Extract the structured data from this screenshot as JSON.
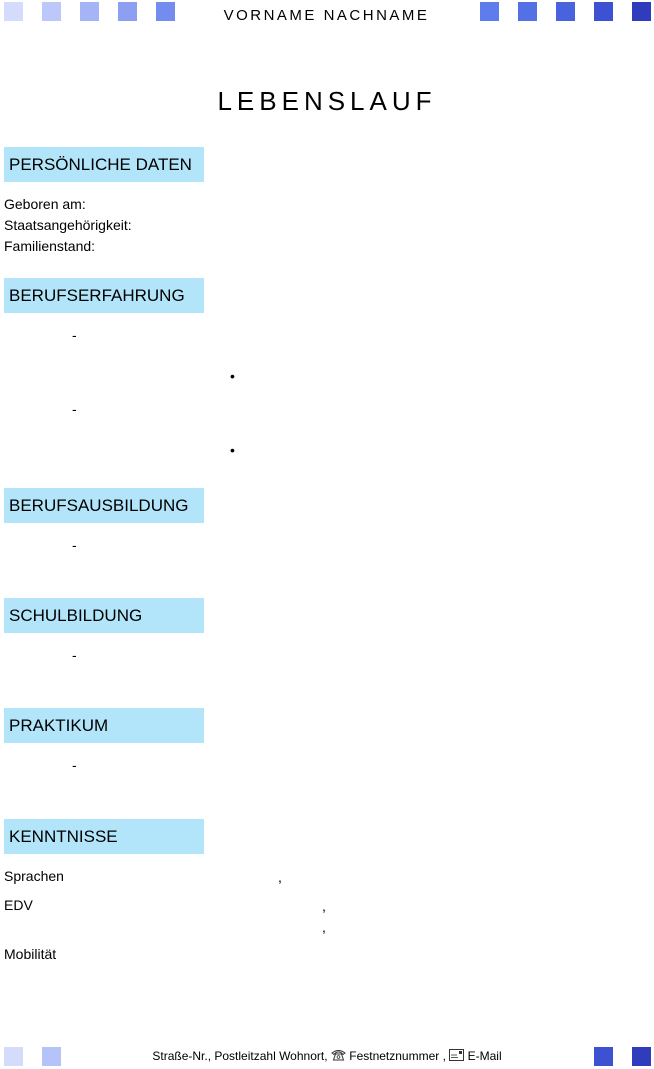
{
  "header": {
    "name": "VORNAME NACHNAME"
  },
  "title": "LEBENSLAUF",
  "sections": {
    "personal": {
      "heading": "PERSÖNLICHE DATEN",
      "fields": [
        "Geboren am:",
        "Staatsangehörigkeit:",
        "Familienstand:"
      ]
    },
    "experience": {
      "heading": "BERUFSERFAHRUNG",
      "dash": "-",
      "bullet": "•"
    },
    "training": {
      "heading": "BERUFSAUSBILDUNG",
      "dash": "-"
    },
    "school": {
      "heading": "SCHULBILDUNG",
      "dash": "-"
    },
    "internship": {
      "heading": "PRAKTIKUM",
      "dash": "-"
    },
    "skills": {
      "heading": "KENNTNISSE",
      "languages": "Sprachen",
      "it": "EDV",
      "mobility": "Mobilität",
      "comma": ","
    }
  },
  "footer": {
    "address": "Straße-Nr., Postleitzahl  Wohnort,",
    "phone_icon": "phone-icon",
    "phone": "Festnetznummer ,",
    "email_icon": "email-icon",
    "email": "E-Mail"
  },
  "colors": {
    "section_bg": "#b3e5fa",
    "square_palette": [
      "#d5dcfb",
      "#b6c3f8",
      "#96a8f3",
      "#7a90ef",
      "#5c78ea",
      "#4a62de",
      "#3b4fd2",
      "#2f3dbc"
    ]
  }
}
